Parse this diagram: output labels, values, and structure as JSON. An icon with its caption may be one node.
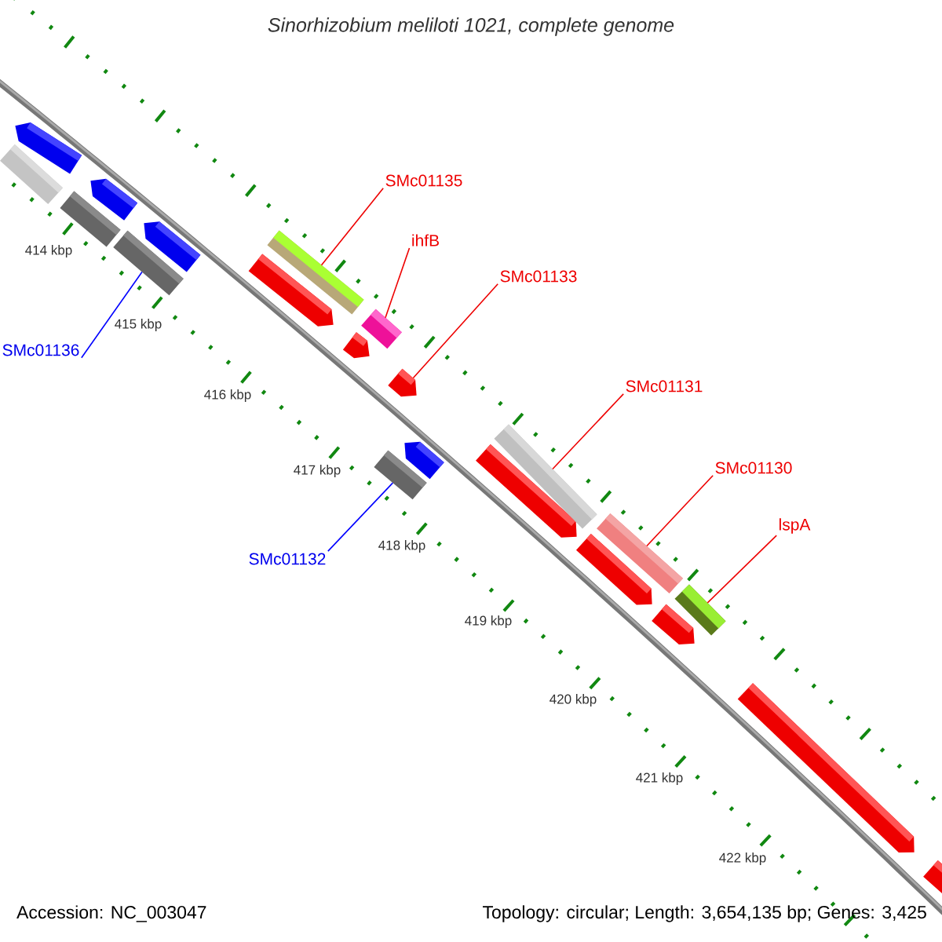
{
  "diagram": {
    "title": "Sinorhizobium meliloti 1021, complete genome",
    "nodes": [
      {
        "text": [
          "SMc01135"
        ]
      },
      {
        "text": [
          "ihfB"
        ]
      },
      {
        "text": [
          "SMc01133"
        ]
      },
      {
        "text": [
          "SMc01131"
        ]
      },
      {
        "text": [
          "SMc01130"
        ]
      },
      {
        "text": [
          "lspA"
        ]
      },
      {
        "text": [
          "SMc01136"
        ]
      },
      {
        "text": [
          "SMc01132"
        ]
      },
      {
        "text": [],
        "shape": "bar"
      },
      {
        "text": [],
        "shape": "pentagon"
      },
      {
        "text": [],
        "shape": "bar"
      },
      {
        "text": [],
        "shape": "pentagon"
      },
      {
        "text": [],
        "shape": "bar"
      },
      {
        "text": [],
        "shape": "pentagon"
      },
      {
        "text": [],
        "shape": "pentagon"
      },
      {
        "text": [],
        "shape": "bar"
      },
      {
        "text": [],
        "shape": "pentagon"
      },
      {
        "text": [],
        "shape": "bar"
      },
      {
        "text": [],
        "shape": "bar"
      },
      {
        "text": [],
        "shape": "pentagon"
      },
      {
        "text": [],
        "shape": "pentagon"
      },
      {
        "text": [],
        "shape": "pentagon"
      },
      {
        "text": [],
        "shape": "bar"
      },
      {
        "text": [],
        "shape": "pentagon"
      },
      {
        "text": [],
        "shape": "bar"
      },
      {
        "text": [],
        "shape": "pentagon"
      },
      {
        "text": [],
        "shape": "bar"
      },
      {
        "text": [],
        "shape": "pentagon"
      },
      {
        "text": [],
        "shape": "pentagon"
      }
    ],
    "edges": [
      {
        "from": 0,
        "to": 15,
        "arrow": "none"
      },
      {
        "from": 1,
        "to": 17,
        "arrow": "none"
      },
      {
        "from": 2,
        "to": 19,
        "arrow": "none"
      },
      {
        "from": 3,
        "to": 22,
        "arrow": "none"
      },
      {
        "from": 4,
        "to": 24,
        "arrow": "none"
      },
      {
        "from": 5,
        "to": 26,
        "arrow": "none"
      },
      {
        "from": 6,
        "to": 12,
        "arrow": "none",
        "color": "#0000ff"
      },
      {
        "from": 7,
        "to": 18,
        "arrow": "none",
        "color": "#0000ff"
      }
    ],
    "labels": [
      "414 kbp",
      "415 kbp",
      "416 kbp",
      "417 kbp",
      "418 kbp",
      "419 kbp",
      "420 kbp",
      "421 kbp",
      "422 kbp",
      "Accession: NC_003047",
      "Topology: circular; Length: 3,654,135 bp; Genes: 3,425"
    ]
  }
}
